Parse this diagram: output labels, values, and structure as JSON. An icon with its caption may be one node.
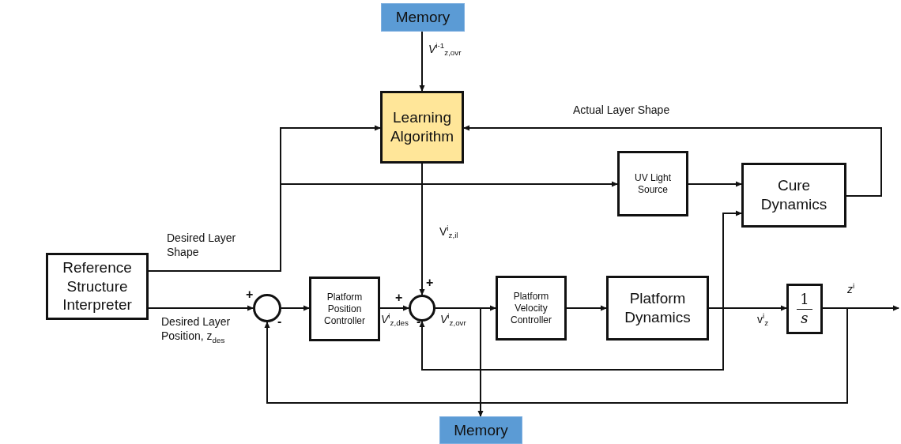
{
  "diagram": {
    "nodes": [
      {
        "text": [
          "Memory"
        ]
      },
      {
        "text": [
          "Learning Algorithm"
        ]
      },
      {
        "text": [
          "UV Light Source"
        ]
      },
      {
        "text": [
          "Cure Dynamics"
        ]
      },
      {
        "text": [
          "Reference Structure Interpreter"
        ]
      },
      {
        "text": [],
        "shape": "circle"
      },
      {
        "text": [
          "Platform Position Controller"
        ]
      },
      {
        "text": [],
        "shape": "circle"
      },
      {
        "text": [
          "Platform Velocity Controller"
        ]
      },
      {
        "text": [
          "Platform Dynamics"
        ]
      },
      {
        "text": [
          "1",
          "s"
        ]
      },
      {
        "text": [
          "Memory"
        ]
      }
    ],
    "edges": [
      {
        "from": 0,
        "to": 1,
        "arrow": "to",
        "label": "*V*$^{i-1}$$_{z,ovr}$"
      },
      {
        "from": 4,
        "to": 1,
        "arrow": "to",
        "label": "Desired Layer Shape"
      },
      {
        "from": 4,
        "to": 2,
        "arrow": "to"
      },
      {
        "from": 2,
        "to": 3,
        "arrow": "to"
      },
      {
        "from": 3,
        "to": 1,
        "arrow": "to",
        "label": "Actual Layer Shape"
      },
      {
        "from": 4,
        "to": 5,
        "arrow": "to",
        "label": "Desired Layer Position, z$_{des}$"
      },
      {
        "from": 5,
        "to": 6,
        "arrow": "to"
      },
      {
        "from": 6,
        "to": 7,
        "arrow": "to",
        "label": "*V*$^{i}$$_{z,des}$"
      },
      {
        "from": 1,
        "to": 7,
        "arrow": "to",
        "label": "V$^{i}$$_{z,il}$"
      },
      {
        "from": 7,
        "to": 8,
        "arrow": "to",
        "label": "*V*$^{i}$$_{z,ovr}$"
      },
      {
        "from": 8,
        "to": 9,
        "arrow": "to"
      },
      {
        "from": 9,
        "to": 10,
        "arrow": "to",
        "label": "v$^{i}$$_{z}$"
      },
      {
        "from": 9,
        "to": 3,
        "arrow": "to"
      },
      {
        "from": 9,
        "to": 7,
        "arrow": "to"
      },
      {
        "from": 10,
        "to": null,
        "arrow": "to",
        "label": "*z*$^{i}$"
      },
      {
        "from": 10,
        "to": 5,
        "arrow": "to"
      },
      {
        "from": 7,
        "to": 11,
        "arrow": "to"
      }
    ],
    "labels": [
      "+",
      "-",
      "+",
      "+",
      "-"
    ]
  }
}
